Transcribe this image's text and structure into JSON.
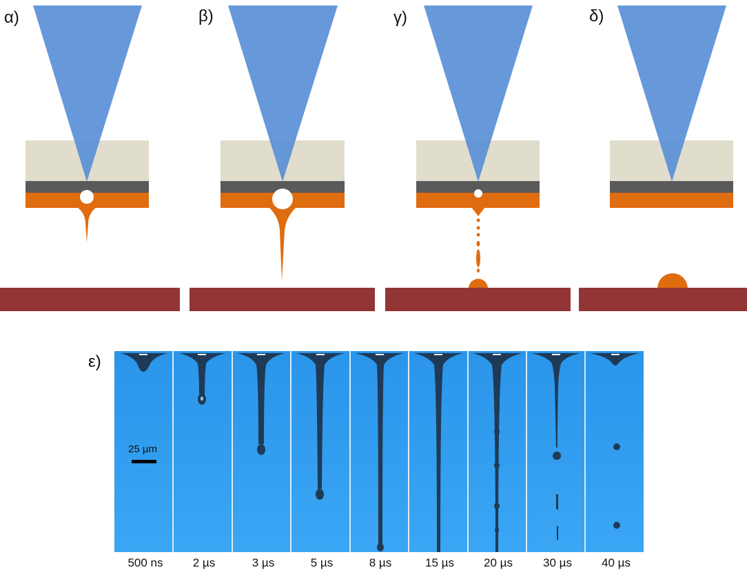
{
  "panels": [
    {
      "id": "alpha",
      "label": "α)"
    },
    {
      "id": "beta",
      "label": "β)"
    },
    {
      "id": "gamma",
      "label": "γ)"
    },
    {
      "id": "delta",
      "label": "δ)"
    }
  ],
  "sequence": {
    "label": "ε)",
    "scale_bar": "25 µm",
    "time_labels": [
      "500 ns",
      "2 µs",
      "3 µs",
      "5 µs",
      "8 µs",
      "15 µs",
      "20 µs",
      "30 µs",
      "40 µs"
    ]
  },
  "colors": {
    "laser": "#5a8fd6",
    "transparent_support": "#e0ddcc",
    "absorbing_layer": "#5a5a5a",
    "donor_ink": "#e06c10",
    "receiver": "#933535",
    "frame_background": "#2f9ff0"
  }
}
